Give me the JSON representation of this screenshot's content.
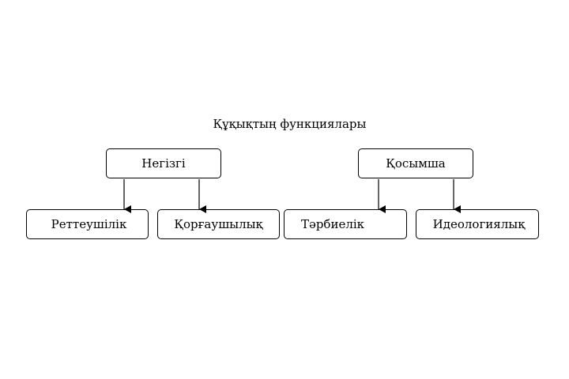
{
  "diagram": {
    "title": "Құқықтың функциялары",
    "groups": [
      {
        "label": "Негізгі",
        "children": [
          "Реттеушілік",
          "Қорғаушылық"
        ]
      },
      {
        "label": "Қосымша",
        "children": [
          "Тәрбиелік",
          "Идеологиялық"
        ]
      }
    ]
  }
}
